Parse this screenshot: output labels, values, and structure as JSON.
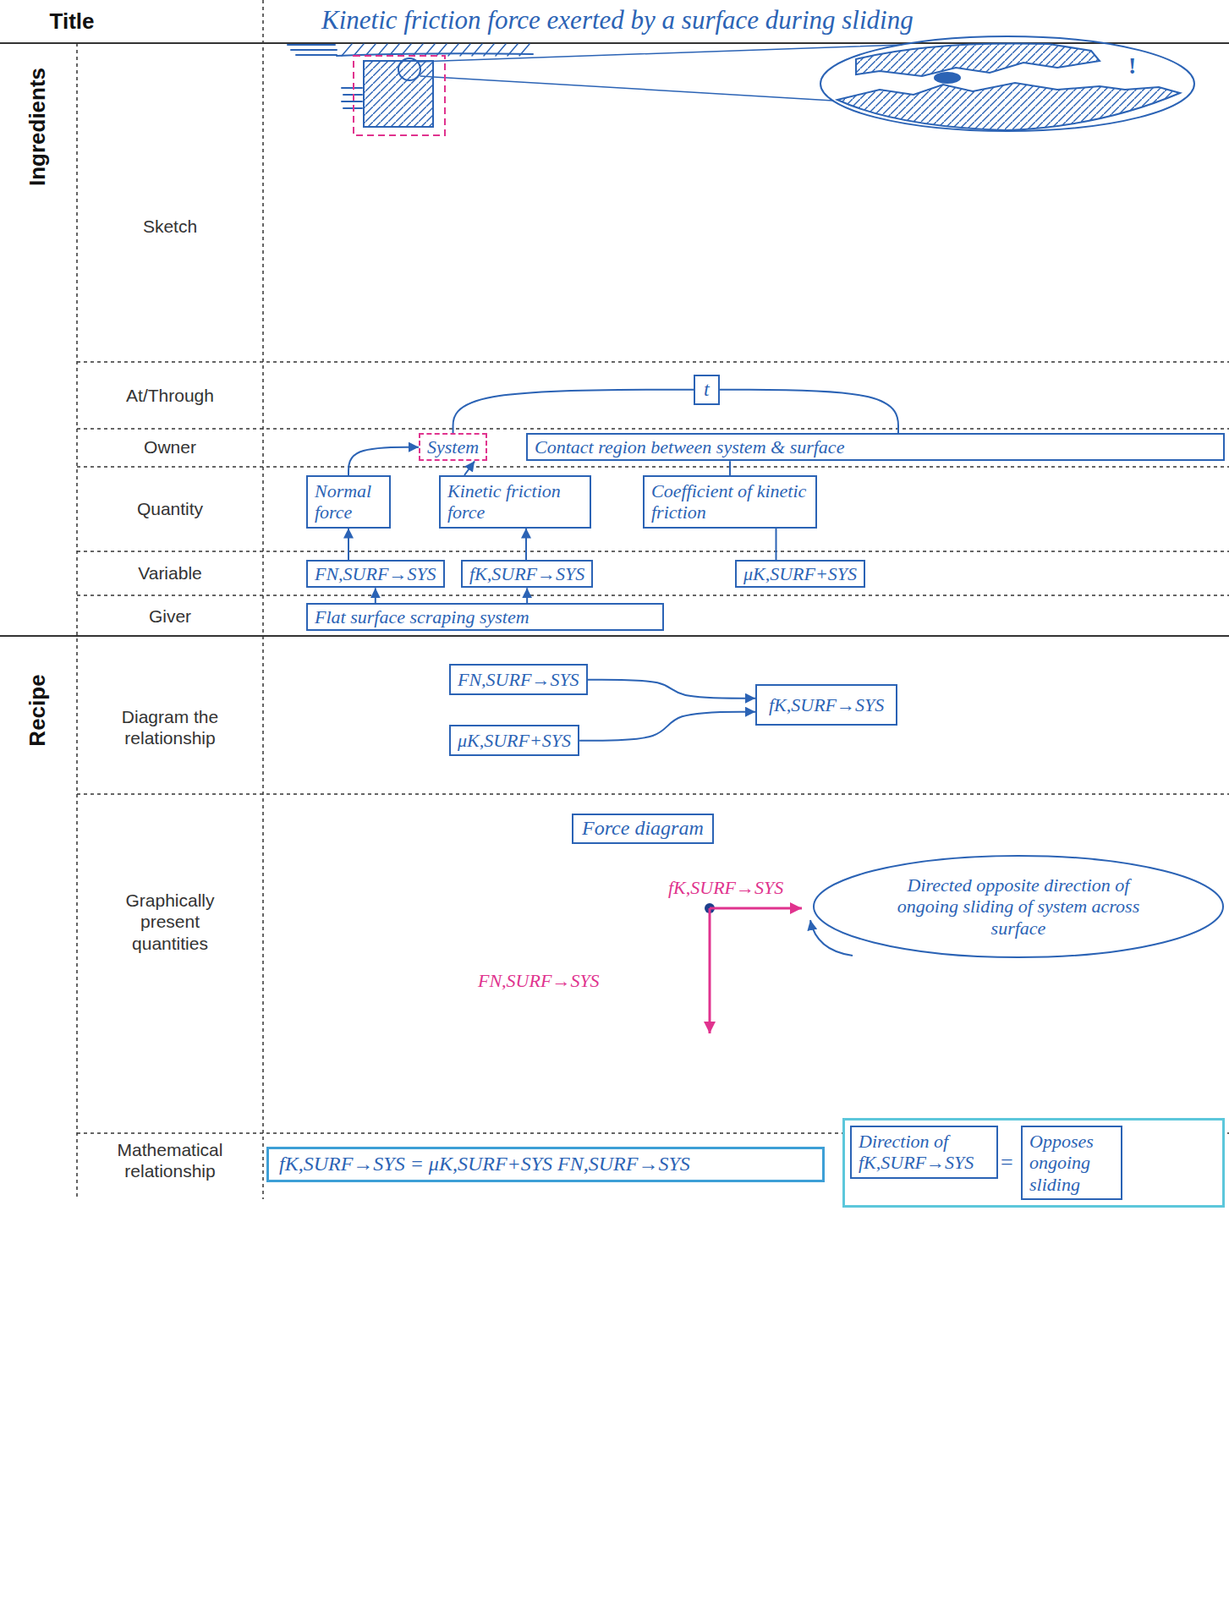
{
  "diagram": {
    "title": "Kinetic friction force exerted by a surface during sliding",
    "nodes": [
      {
        "text": [
          "t"
        ]
      },
      {
        "text": [
          "System"
        ]
      },
      {
        "text": [
          "Contact region between system & surface"
        ]
      },
      {
        "text": [
          "Normal force"
        ]
      },
      {
        "text": [
          "Kinetic friction force"
        ]
      },
      {
        "text": [
          "Coefficient of kinetic friction"
        ]
      },
      {
        "text": [
          "FN,SURF→SYS"
        ]
      },
      {
        "text": [
          "fK,SURF→SYS"
        ]
      },
      {
        "text": [
          "μK,SURF+SYS"
        ]
      },
      {
        "text": [
          "Flat surface scraping system"
        ]
      },
      {
        "text": [
          "FN,SURF→SYS"
        ]
      },
      {
        "text": [
          "μK,SURF+SYS"
        ]
      },
      {
        "text": [
          "fK,SURF→SYS"
        ]
      },
      {
        "text": [
          "Force diagram"
        ]
      },
      {
        "text": [
          "Directed opposite direction of ongoing sliding of system across surface"
        ]
      },
      {
        "text": [
          "fK,SURF→SYS = μK,SURF+SYS FN,SURF→SYS"
        ]
      },
      {
        "text": [
          "="
        ]
      },
      {
        "text": [
          "Direction of fK,SURF→SYS"
        ],
        "in": 16
      },
      {
        "text": [
          "Opposes ongoing sliding"
        ],
        "in": 16
      }
    ],
    "edges": [
      {
        "from": 0,
        "to": 1,
        "arrow": "none"
      },
      {
        "from": 0,
        "to": 2,
        "arrow": "none"
      },
      {
        "from": 3,
        "to": 1,
        "arrow": "to"
      },
      {
        "from": 4,
        "to": 1,
        "arrow": "to"
      },
      {
        "from": 5,
        "to": 2,
        "arrow": "none"
      },
      {
        "from": 6,
        "to": 3,
        "arrow": "to"
      },
      {
        "from": 7,
        "to": 4,
        "arrow": "to"
      },
      {
        "from": 8,
        "to": 5,
        "arrow": "none"
      },
      {
        "from": 9,
        "to": 6,
        "arrow": "to"
      },
      {
        "from": 9,
        "to": 7,
        "arrow": "to"
      },
      {
        "from": 10,
        "to": 12,
        "arrow": "to"
      },
      {
        "from": 11,
        "to": 12,
        "arrow": "to"
      }
    ],
    "labels": [
      "Title",
      "Ingredients",
      "Sketch",
      "At/Through",
      "Owner",
      "Quantity",
      "Variable",
      "Giver",
      "Recipe",
      "Diagram the relationship",
      "Graphically present quantities",
      "Mathematical relationship",
      "!",
      "fK,SURF→SYS",
      "FN,SURF→SYS"
    ]
  }
}
